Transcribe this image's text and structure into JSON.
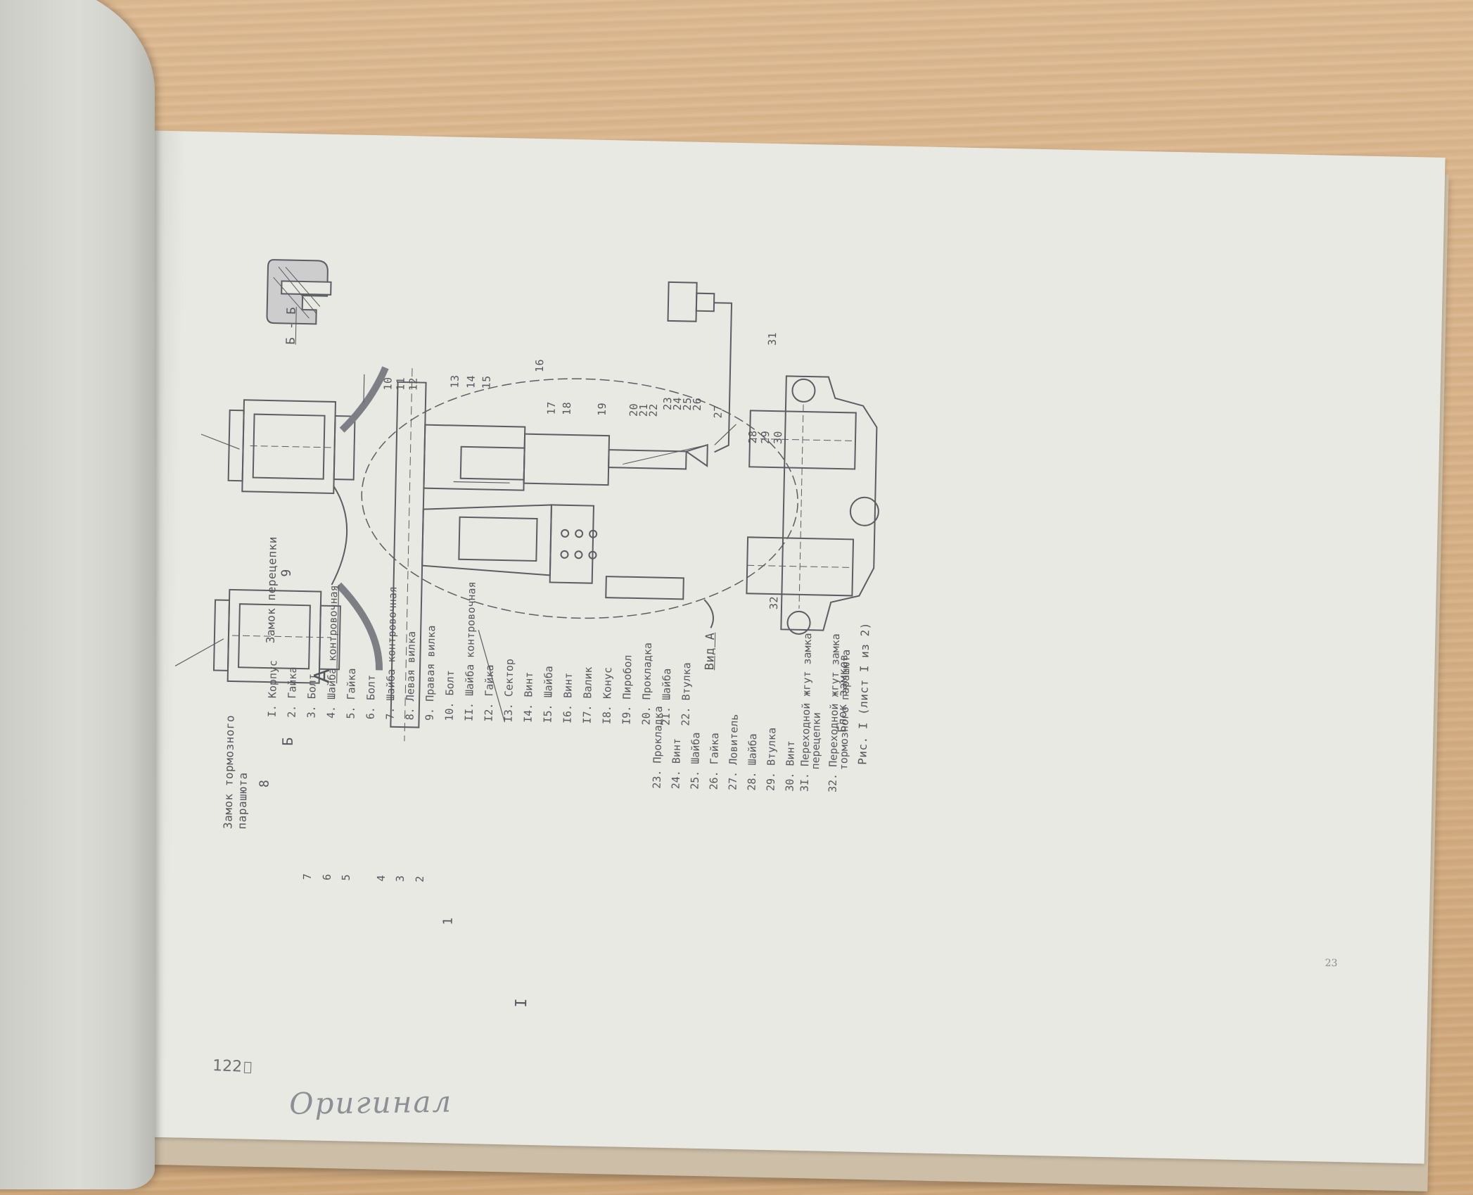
{
  "left_page": {
    "page_number": "122",
    "stamp": "Оригинал"
  },
  "right_page": {
    "page_number": "23"
  },
  "drawing": {
    "label_lock_brake": "Замок тормозного парашюта",
    "label_lock_brake_l1": "Замок тормозного",
    "label_lock_brake_l2": "парашюта",
    "label_lock_sling": "Замок перецепки",
    "section_label": "Б - Б",
    "view_arrow_label": "А",
    "view_a_label": "Вид А",
    "section_mark": "Б",
    "axis_mark": "I",
    "callouts_left": [
      "7",
      "6",
      "5",
      "4",
      "3",
      "2"
    ],
    "callouts_top": [
      "10",
      "11",
      "12",
      "13",
      "14",
      "15",
      "16",
      "17",
      "18",
      "19",
      "20",
      "21",
      "22",
      "23",
      "24",
      "25",
      "26",
      "27",
      "28",
      "29",
      "30",
      "31",
      "32"
    ],
    "callout_8": "8",
    "callout_9": "9",
    "callout_1": "1"
  },
  "parts_list": {
    "column1": [
      "I. Корпус",
      "2. Гайка",
      "3. Болт",
      "4. Шайба контровочная",
      "5. Гайка",
      "6. Болт",
      "7. Шайба контровочная",
      "8. Левая вилка",
      "9. Правая вилка",
      "10. Болт",
      "II. Шайба контровочная",
      "I2. Гайка",
      "I3. Сектор",
      "I4. Винт",
      "I5. Шайба",
      "I6. Винт",
      "I7. Валик",
      "I8. Конус",
      "I9. Пиробол",
      "20. Прокладка",
      "2I. Шайба",
      "22. Втулка"
    ],
    "column2": [
      "23. Прокладка",
      "24. Винт",
      "25. Шайба",
      "26. Гайка",
      "27. Ловитель",
      "28. Шайба",
      "29. Втулка",
      "30. Винт",
      "3I. Переходной жгут замка",
      "перецепки",
      "32. Переходной жгут замка",
      "тормозного парашюта"
    ]
  },
  "caption": {
    "title": "Блок замков",
    "figure": "Рис. I (лист I из 2)"
  }
}
